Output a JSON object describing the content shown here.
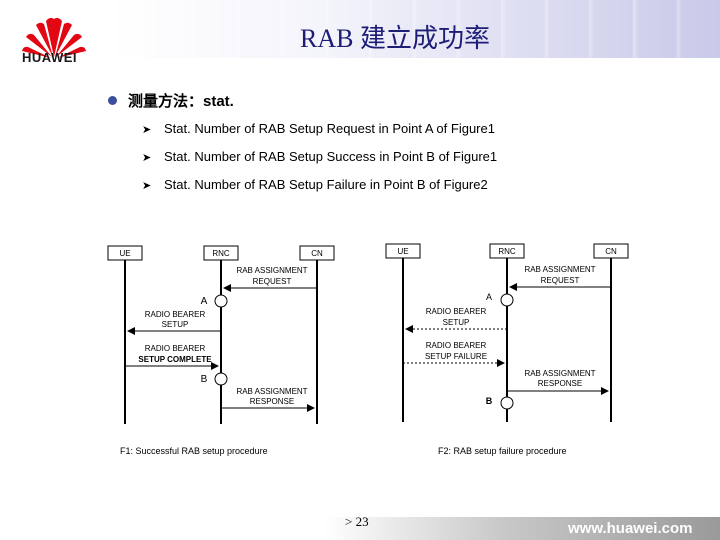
{
  "header": {
    "logo_text": "HUAWEI",
    "title": "RAB 建立成功率",
    "brand_color": "#e30613",
    "title_color": "#1d1d78"
  },
  "content": {
    "main_bullet": "测量方法：stat.",
    "sub_bullets": [
      "Stat. Number of RAB Setup Request in Point A of Figure1",
      "Stat. Number of RAB Setup Success in Point B of Figure1",
      "Stat. Number of RAB Setup Failure in Point B of Figure2"
    ]
  },
  "figure1": {
    "nodes": [
      "UE",
      "RNC",
      "CN"
    ],
    "messages": {
      "m1": [
        "RAB ASSIGNMENT",
        "REQUEST"
      ],
      "m2": [
        "RADIO BEARER",
        "SETUP"
      ],
      "m3": [
        "RADIO BEARER",
        "SETUP COMPLETE"
      ],
      "m4": [
        "RAB ASSIGNMENT",
        "RESPONSE"
      ]
    },
    "points": [
      "A",
      "B"
    ],
    "caption": "F1: Successful RAB setup procedure"
  },
  "figure2": {
    "nodes": [
      "UE",
      "RNC",
      "CN"
    ],
    "messages": {
      "m1": [
        "RAB ASSIGNMENT",
        "REQUEST"
      ],
      "m2": [
        "RADIO BEARER",
        "SETUP"
      ],
      "m3": [
        "RADIO BEARER",
        "SETUP FAILURE"
      ],
      "m4": [
        "RAB ASSIGNMENT",
        "RESPONSE"
      ]
    },
    "points": [
      "A",
      "B"
    ],
    "caption": "F2: RAB setup failure procedure"
  },
  "footer": {
    "page_number": "> 23",
    "url": "www.huawei.com"
  }
}
